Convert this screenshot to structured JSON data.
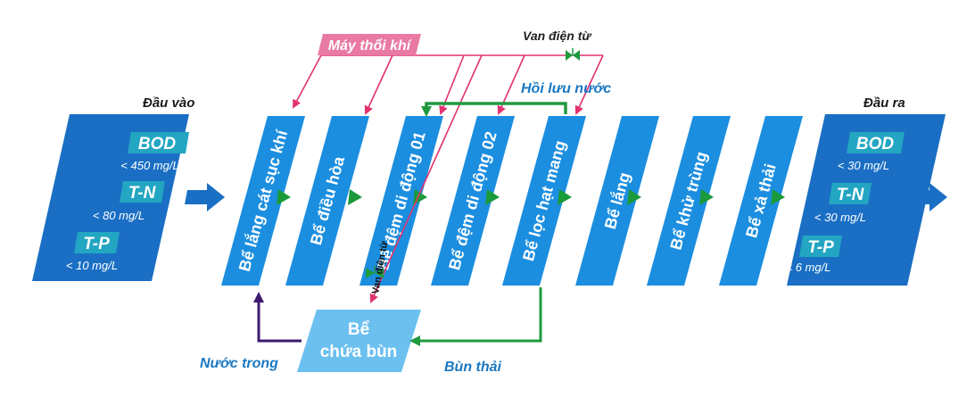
{
  "input": {
    "title": "Đầu vào",
    "params": [
      {
        "name": "BOD",
        "value": "< 450 mg/L"
      },
      {
        "name": "T-N",
        "value": "< 80 mg/L"
      },
      {
        "name": "T-P",
        "value": "< 10 mg/L"
      }
    ]
  },
  "output": {
    "title": "Đầu ra",
    "params": [
      {
        "name": "BOD",
        "value": "< 30 mg/L"
      },
      {
        "name": "T-N",
        "value": "< 30 mg/L"
      },
      {
        "name": "T-P",
        "value": "< 6 mg/L"
      }
    ]
  },
  "stages": [
    "Bể lắng cát sục khí",
    "Bể điều hòa",
    "Bể đệm di động 01",
    "Bể đệm di động 02",
    "Bể lọc hạt mang",
    "Bể lắng",
    "Bể khử trùng",
    "Bể xả thải"
  ],
  "labels": {
    "blower": "Máy thổi khí",
    "valve_top": "Van điện từ",
    "valve_mid": "Van điện từ",
    "recirculation": "Hồi lưu nước",
    "clear_water": "Nước trong",
    "waste_sludge": "Bùn thải",
    "sludge_tank_line1": "Bể",
    "sludge_tank_line2": "chứa bùn"
  },
  "colors": {
    "io_box": "#1a6fc4",
    "param_box": "#22a6c2",
    "stage": "#1b8ee0",
    "blower_box": "#e87aa3",
    "air_line": "#e0336f",
    "recirc_line": "#1f9a3e",
    "clear_line": "#3b1a6e",
    "sludge_tank": "#6cc0f0",
    "flow_arrow": "#1a9a3a"
  }
}
